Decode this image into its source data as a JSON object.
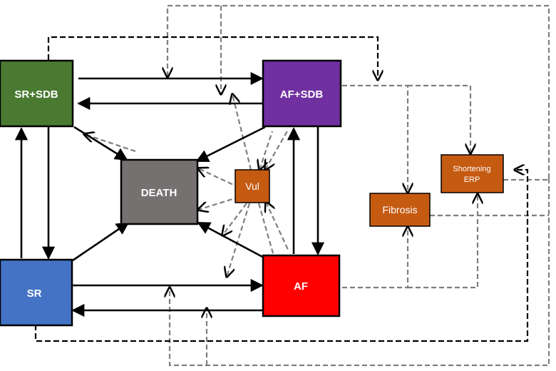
{
  "nodes": {
    "sr_sdb": {
      "label": "SR+SDB",
      "color": "#4a7a32"
    },
    "af_sdb": {
      "label": "AF+SDB",
      "color": "#7030a0"
    },
    "death": {
      "label": "DEATH",
      "color": "#767171"
    },
    "vul": {
      "label": "Vul",
      "color": "#c55a11"
    },
    "sr": {
      "label": "SR",
      "color": "#4472c4"
    },
    "af": {
      "label": "AF",
      "color": "#ff0000"
    },
    "fibrosis": {
      "label": "Fibrosis",
      "color": "#c55a11"
    },
    "shortening": {
      "label_line1": "Shortening",
      "label_line2": "ERP",
      "color": "#c55a11"
    }
  },
  "edge_styles": {
    "solid": "#000000",
    "grey_dashed": "#7f7f7f",
    "black_dashed": "#000000"
  }
}
